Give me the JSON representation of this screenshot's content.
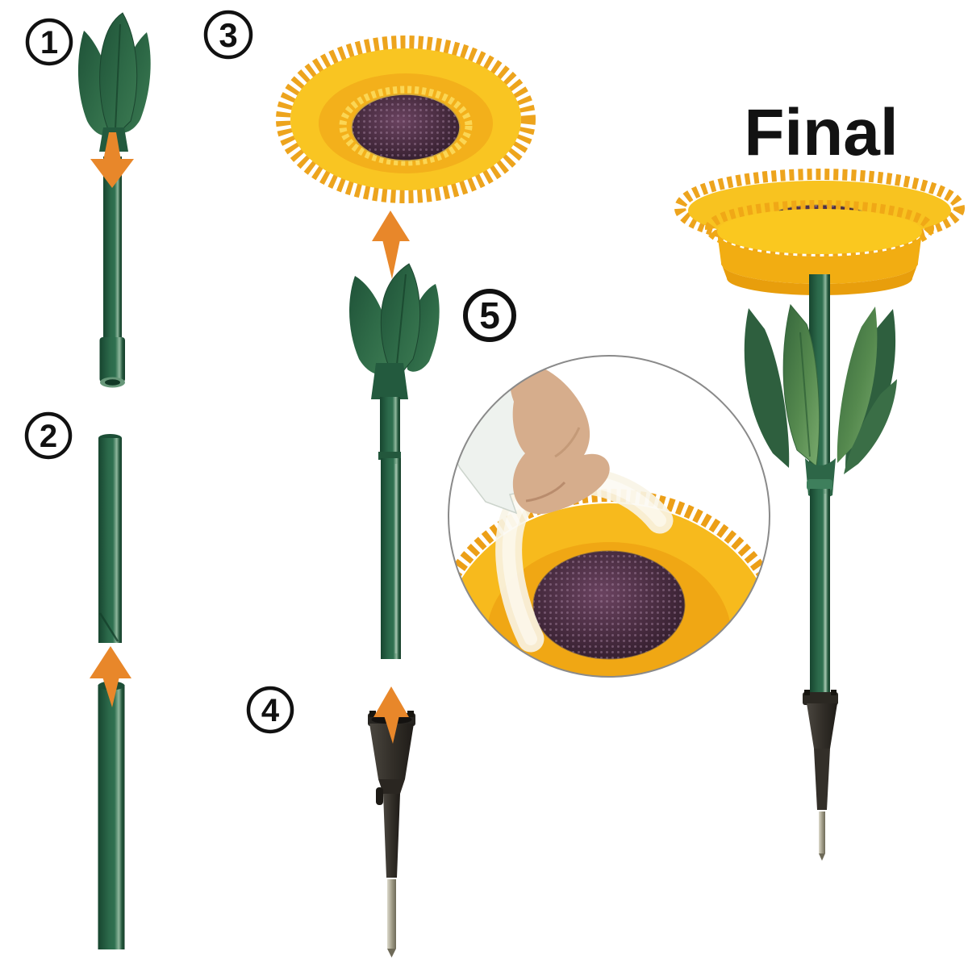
{
  "final": {
    "label": "Final"
  },
  "badges": {
    "step1": "1",
    "step2": "2",
    "step3": "3",
    "step4": "4",
    "step5": "5"
  },
  "colors": {
    "background": "#ffffff",
    "stem_green": "#2c6a4b",
    "leaf_green": "#3c7a52",
    "petal_yellow": "#f8c31f",
    "petal_fringe": "#eda41d",
    "solar_panel_purple": "#3e2635",
    "arrow_orange": "#e8872a",
    "stake_black": "#332f29",
    "metal_spike": "#a39f8a",
    "hand_skin": "#d6ad8c",
    "badge_ink": "#111111"
  }
}
